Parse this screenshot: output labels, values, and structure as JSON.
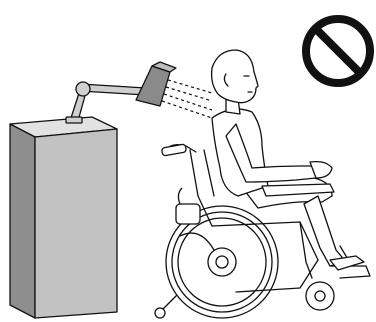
{
  "illustration": {
    "subject": "person-in-wheelchair",
    "device": "overhead-sensor-on-cabinet",
    "symbol": "prohibition-sign",
    "colors": {
      "line": "#111111",
      "cabinet_front": "#8e8e8e",
      "cabinet_side": "#c2c2c2",
      "cabinet_top": "#e2e2e2",
      "device_arm": "#cfcfcf",
      "device_head": "#8a8a8a",
      "skin": "#ffffff"
    }
  }
}
